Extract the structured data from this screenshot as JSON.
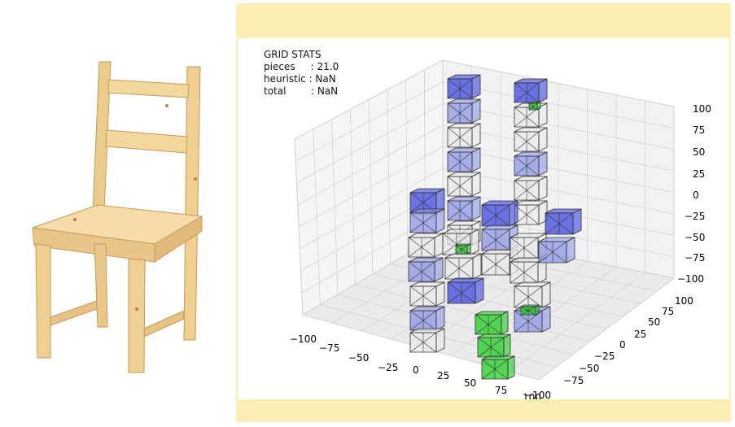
{
  "stats": {
    "title": "GRID STATS",
    "rows": [
      {
        "label": "pieces",
        "value": ": 21.0"
      },
      {
        "label": "heuristic",
        "value": ": NaN"
      },
      {
        "label": "total",
        "value": ": NaN"
      }
    ]
  },
  "axes": {
    "z_ticks": [
      "100",
      "75",
      "50",
      "25",
      "0",
      "−25",
      "−50",
      "−75",
      "−100"
    ],
    "x_ticks": [
      "−100",
      "−75",
      "−50",
      "−25",
      "0",
      "25",
      "50",
      "75",
      "100"
    ],
    "y_ticks": [
      "100",
      "75",
      "50",
      "25",
      "0",
      "−25",
      "−50",
      "−75",
      "−100"
    ]
  },
  "colors": {
    "panel_bg": "#fdeeb3",
    "piece_blue": "#3c46dc",
    "piece_light_blue": "#8c96e6",
    "piece_green": "#22cc22",
    "wireframe": "#333333",
    "chair_wood": "#f2d399"
  }
}
